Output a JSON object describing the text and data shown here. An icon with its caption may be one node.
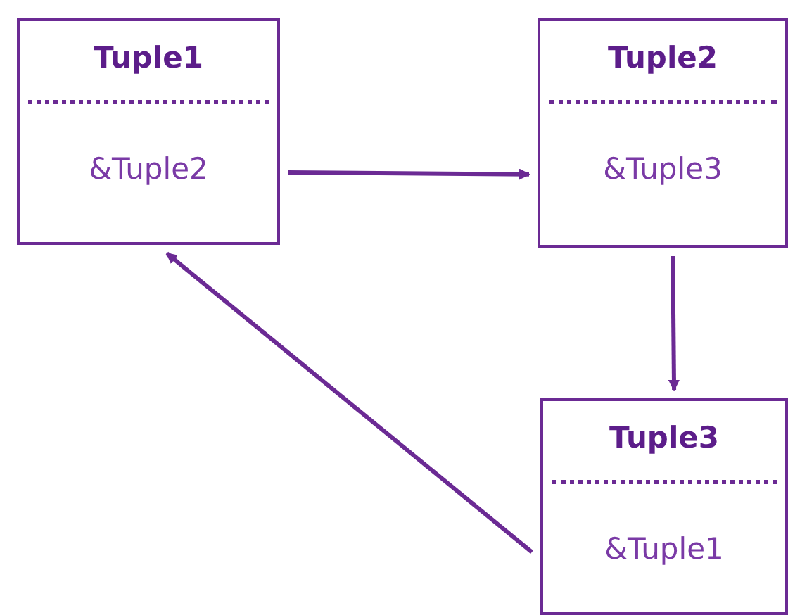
{
  "diagram": {
    "nodes": [
      {
        "text": [
          "Tuple1",
          "&Tuple2"
        ]
      },
      {
        "text": [
          "Tuple2",
          "&Tuple3"
        ]
      },
      {
        "text": [
          "Tuple3",
          "&Tuple1"
        ]
      }
    ],
    "edges": [
      {
        "from": 0,
        "to": 1,
        "arrow": "to"
      },
      {
        "from": 1,
        "to": 2,
        "arrow": "to"
      },
      {
        "from": 2,
        "to": 0,
        "arrow": "to"
      }
    ]
  }
}
